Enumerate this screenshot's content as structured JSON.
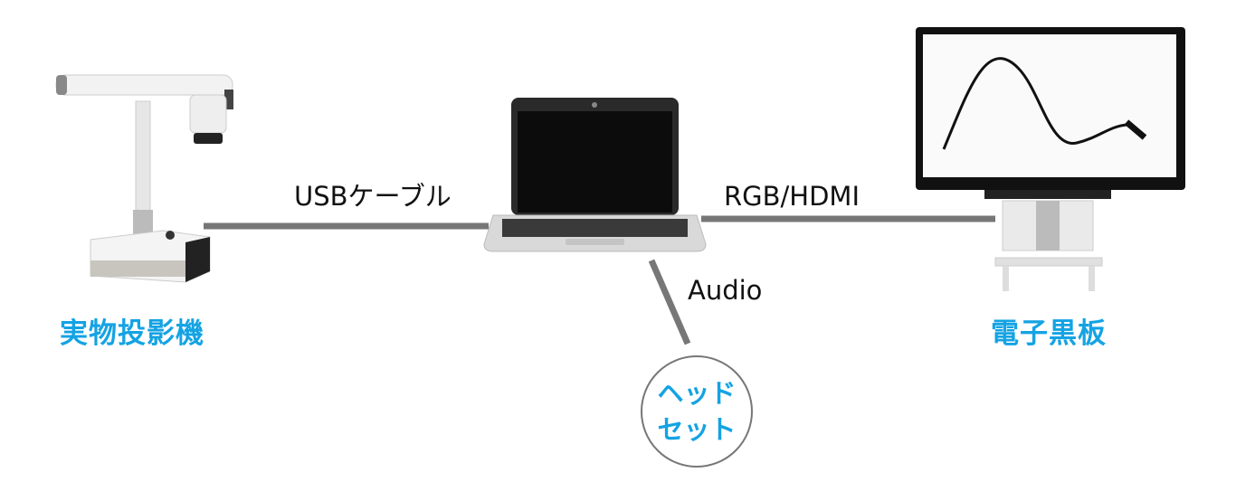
{
  "devices": {
    "document_camera": "実物投影機",
    "laptop": "",
    "whiteboard": "電子黒板",
    "headset": [
      "ヘッド",
      "セット"
    ]
  },
  "connections": {
    "usb": "USBケーブル",
    "display": "RGB/HDMI",
    "audio": "Audio"
  },
  "colors": {
    "accent": "#14a3e3",
    "line": "#777777"
  }
}
